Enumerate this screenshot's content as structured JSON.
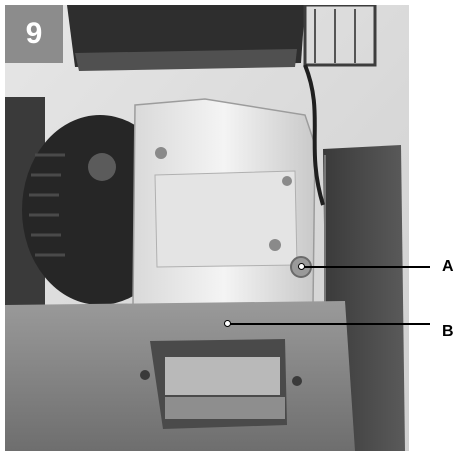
{
  "figure": {
    "number": "9",
    "callouts": [
      {
        "label": "A"
      },
      {
        "label": "B"
      }
    ]
  },
  "colors": {
    "badge": "#8c8c8c",
    "leader": "#000000",
    "background": "#ffffff"
  }
}
